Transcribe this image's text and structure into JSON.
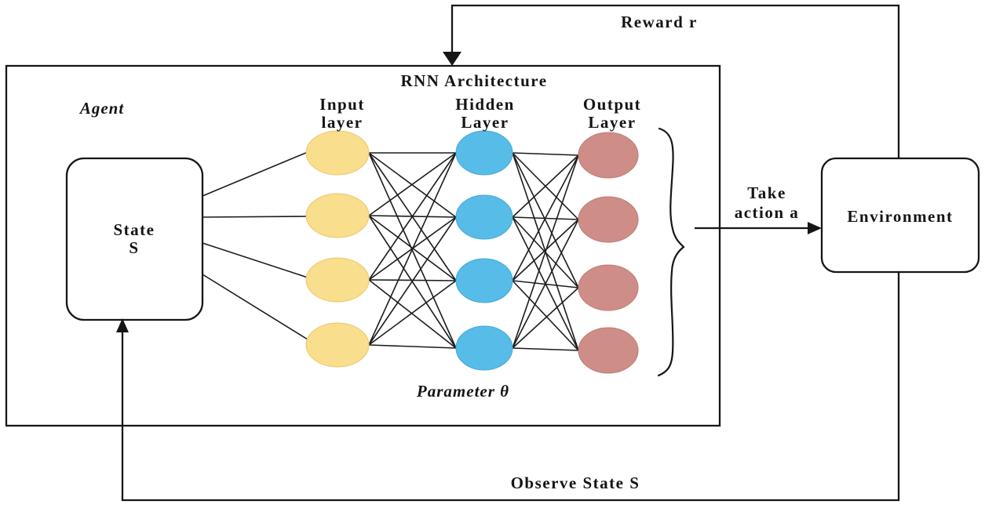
{
  "header": {
    "reward_label": "Reward r"
  },
  "agent": {
    "label": "Agent",
    "rnn_title": "RNN Architecture",
    "state_box": {
      "line1": "State",
      "line2": "S"
    },
    "parameter_label": "Parameter θ",
    "layers": {
      "input": {
        "line1": "Input",
        "line2": "layer",
        "color": "#F8DE8D",
        "node_count": 4
      },
      "hidden": {
        "line1": "Hidden",
        "line2": "Layer",
        "color": "#58BCE9",
        "node_count": 4
      },
      "output": {
        "line1": "Output",
        "line2": "Layer",
        "color": "#CF8D87",
        "node_count": 4
      }
    }
  },
  "environment": {
    "label": "Environment"
  },
  "flows": {
    "take_action": {
      "line1": "Take",
      "line2": "action a"
    },
    "observe_label": "Observe State S"
  },
  "colors": {
    "line": "#1c1c1c",
    "background": "#ffffff"
  }
}
